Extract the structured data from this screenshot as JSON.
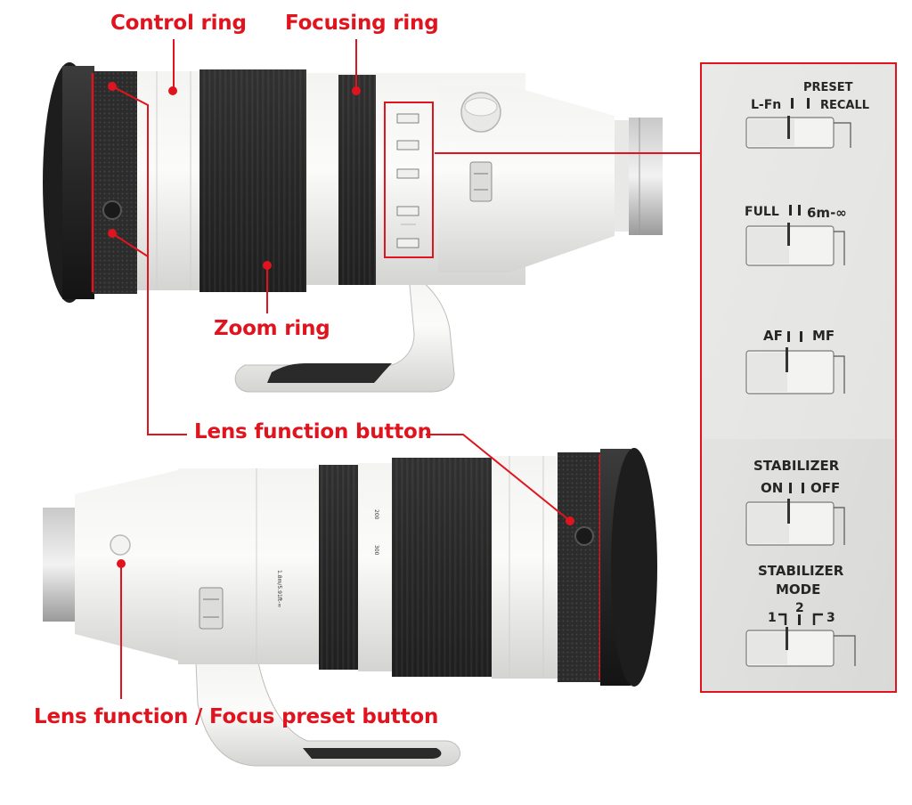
{
  "labels": {
    "control_ring": "Control ring",
    "focusing_ring": "Focusing ring",
    "zoom_ring": "Zoom ring",
    "lens_function_button": "Lens function button",
    "lens_function_focus_preset": "Lens function / Focus preset button"
  },
  "switch_panel": {
    "lfn": "L-Fn",
    "preset": "PRESET",
    "recall": "RECALL",
    "full": "FULL",
    "range": "6m-∞",
    "af": "AF",
    "mf": "MF",
    "stabilizer": "STABILIZER",
    "on": "ON",
    "off": "OFF",
    "stabilizer_mode": [
      "STABILIZER",
      "MODE"
    ],
    "mode_1": "1",
    "mode_2": "2",
    "mode_3": "3"
  },
  "lens_markings": {
    "zoom_200": "200",
    "zoom_300": "300",
    "distance": "1.8m/5.91ft-∞"
  },
  "colors": {
    "accent": "#e0141e",
    "lens_white": "#ececea",
    "rubber_black": "#2b2b2b"
  }
}
